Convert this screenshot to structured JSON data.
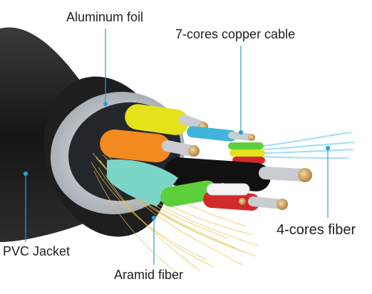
{
  "labels": {
    "aluminum_foil": "Aluminum foil",
    "copper_cable": "7-cores copper cable",
    "pvc_jacket": "PVC Jacket",
    "aramid_fiber": "Aramid fiber",
    "optical_fiber": "4-cores fiber"
  },
  "colors": {
    "leader_line": "#2a9fd6",
    "jacket": "#1b1b1b",
    "foil": "#c9ced3",
    "aramid": "#e8c34a",
    "copper": "#c98a3c",
    "fiber": "#7fd3f5"
  },
  "conductor_colors": [
    "#e3e21b",
    "#f28a1f",
    "#3fb6d9",
    "#7bd6c7",
    "#5ccf3b",
    "#d12a2a",
    "#ffffff"
  ]
}
